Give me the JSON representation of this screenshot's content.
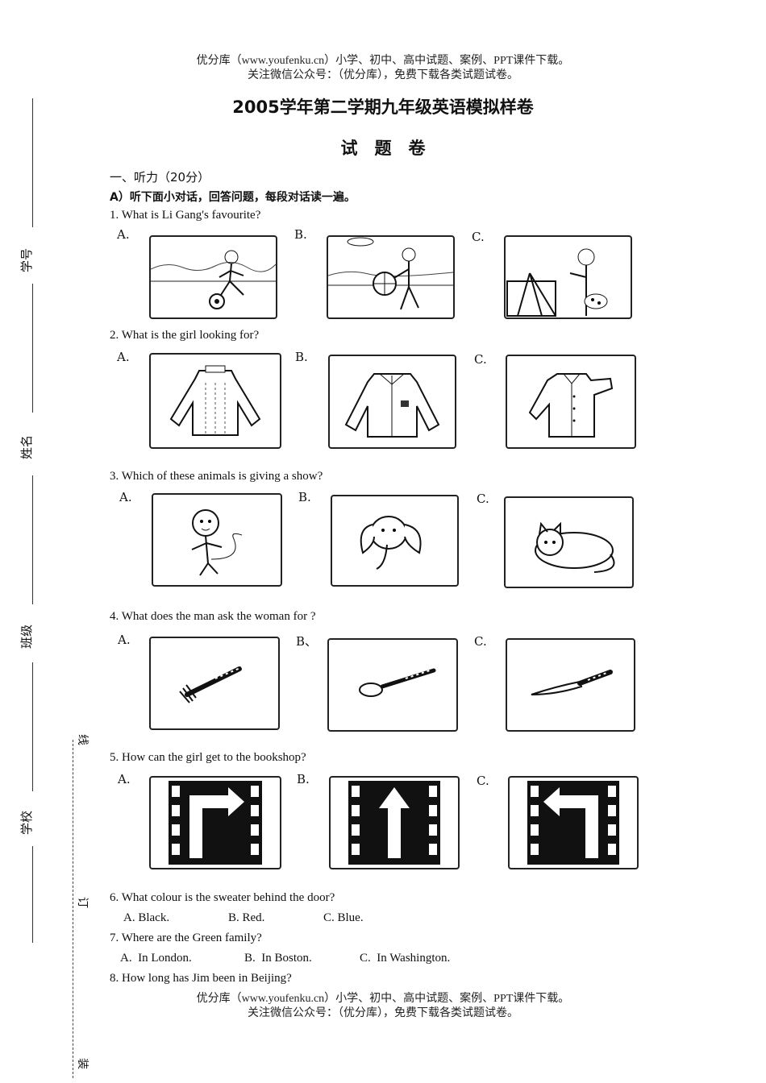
{
  "header_banner": {
    "line1": "优分库（www.youfenku.cn）小学、初中、高中试题、案例、PPT课件下载。",
    "line2": "关注微信公众号：（优分库），免费下载各类试题试卷。"
  },
  "exam": {
    "title": "2005学年第二学期九年级英语模拟样卷",
    "subtitle": "试　题　卷"
  },
  "section1": {
    "heading": "一、听力（20分）",
    "part_a": "A）听下面小对话，回答问题，每段对话读一遍。"
  },
  "questions": {
    "q1": "1. What is Li Gang's favourite?",
    "q2": "2. What is the girl looking for?",
    "q3": "3. Which of these animals is giving a show?",
    "q4": "4. What does the man ask the woman for ?",
    "q5": "5. How can the girl get to the bookshop?",
    "q6": "6. What colour is the sweater behind the door?",
    "q6_options": [
      "A. Black.",
      "B. Red.",
      "C. Blue."
    ],
    "q7": "7. Where are the Green family?",
    "q7_options": [
      "A.  In London.",
      "B.  In Boston.",
      "C.  In Washington."
    ],
    "q8": "8. How long has Jim been in Beijing?"
  },
  "option_labels": {
    "a": "A.",
    "b": "B.",
    "b_alt": "B、",
    "c": "C."
  },
  "side_fields": {
    "student_no": "学号",
    "name": "姓名",
    "class": "班级",
    "school": "学校"
  },
  "binding_marks": {
    "line": "线",
    "bind": "订",
    "stitch": "装"
  },
  "footer_banner": {
    "line1": "优分库（www.youfenku.cn）小学、初中、高中试题、案例、PPT课件下载。",
    "line2": "关注微信公众号：（优分库），免费下载各类试题试卷。"
  }
}
